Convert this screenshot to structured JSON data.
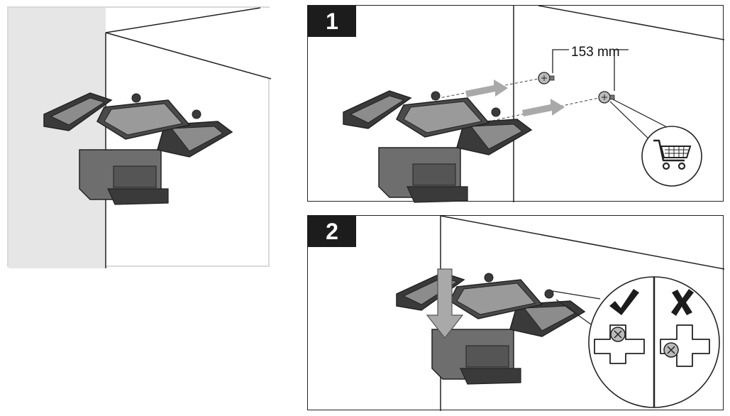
{
  "steps": [
    {
      "number": "1"
    },
    {
      "number": "2"
    }
  ],
  "dimension": {
    "label": "153 mm"
  },
  "icons": {
    "shopping_cart": "shopping-cart-icon",
    "check": "check-icon",
    "cross": "cross-icon"
  },
  "colors": {
    "wall_shade": "#e6e6e6",
    "device_dark": "#3a3a3a",
    "device_mid": "#6e6e6e",
    "device_light": "#b5b5b5",
    "arrow_gray": "#a9a9a9",
    "badge_bg": "#1c1c1c"
  }
}
